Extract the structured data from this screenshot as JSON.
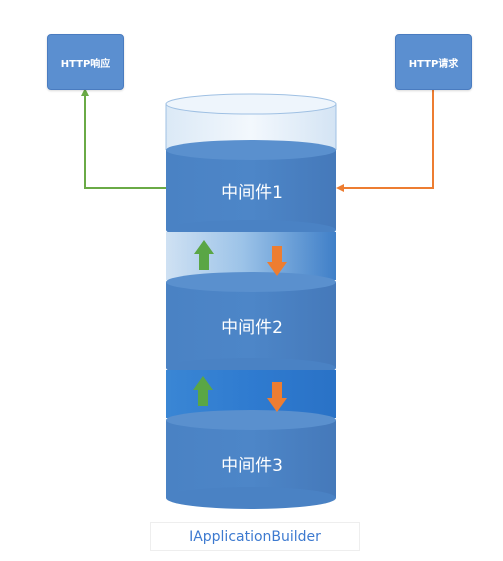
{
  "boxes": {
    "response": "HTTP响应",
    "request": "HTTP请求"
  },
  "middlewares": [
    "中间件1",
    "中间件2",
    "中间件3"
  ],
  "builder": "IApplicationBuilder",
  "colors": {
    "cylinder_blue": "#4a82c4",
    "response_arrow": "#6aaa46",
    "request_arrow": "#ed7d31"
  }
}
